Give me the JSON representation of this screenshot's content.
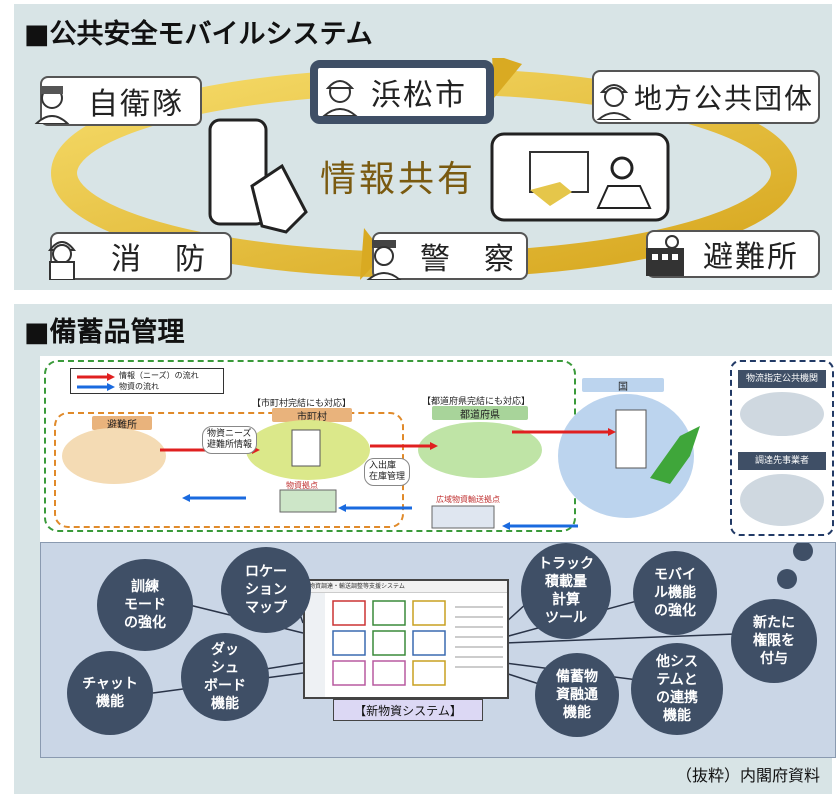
{
  "section1": {
    "title": "■公共安全モバイルシステム",
    "center_label": "情報共有",
    "tags": {
      "hamamatsu": "浜松市",
      "jieitai": "自衛隊",
      "chiho": "地方公共団体",
      "shobo": "消　防",
      "keisatsu": "警　察",
      "hinanjo": "避難所"
    }
  },
  "section2": {
    "title": "■備蓄品管理",
    "legend": {
      "info": "情報（ニーズ）の流れ",
      "goods": "物資の流れ"
    },
    "notes": {
      "municipal": "【市町村完結にも対応】",
      "prefecture": "【都道府県完結にも対応】"
    },
    "nodes": {
      "hinanjo": "避難所",
      "shichoson": "市町村",
      "todofuken": "都道府県",
      "kuni": "国",
      "logistics_agency": "物流指定公共機関",
      "procurement": "調達先事業者"
    },
    "bubbles": {
      "needs": "物資ニーズ\n避難所情報",
      "inventory": "入出庫\n在庫管理"
    },
    "depots": {
      "local": "物資拠点",
      "wide": "広域物資輸送拠点"
    },
    "features": {
      "training": "訓練\nモード\nの強化",
      "location": "ロケー\nション\nマップ",
      "truck": "トラック\n積載量\n計算\nツール",
      "mobile": "モバイ\nル機能\nの強化",
      "authority": "新たに\n権限を\n付与",
      "chat": "チャット\n機能",
      "dashboard": "ダッ\nシュ\nボード\n機能",
      "stockpile": "備蓄物\n資融通\n機能",
      "integration": "他シス\nテムと\nの連携\n機能"
    },
    "system_label": "【新物資システム】",
    "screen_title": "物資調達・輸送調整等支援システム"
  },
  "source": "（抜粋）内閣府資料"
}
